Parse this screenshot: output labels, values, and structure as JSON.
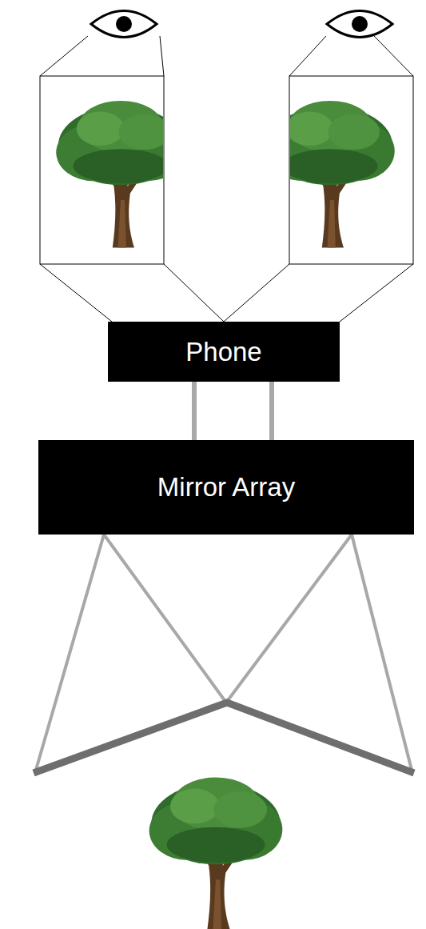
{
  "diagram": {
    "nodes": [
      {
        "text": [
          "Phone"
        ]
      },
      {
        "text": [
          "Mirror Array"
        ]
      }
    ],
    "edges": [
      {
        "from": 0,
        "to": 1,
        "arrow": "none"
      },
      {
        "from": 0,
        "to": 1,
        "arrow": "none"
      }
    ]
  }
}
